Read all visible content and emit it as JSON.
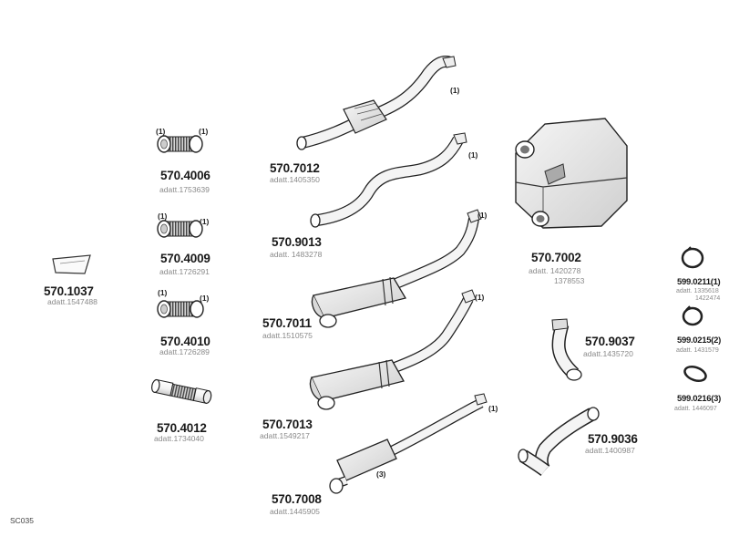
{
  "sheet_code": "SC035",
  "parts": [
    {
      "key": "p5701037",
      "number": "570.1037",
      "adatt": "adatt.1547488"
    },
    {
      "key": "p5704006",
      "number": "570.4006",
      "adatt": "adatt.1753639",
      "notes": [
        "(1)",
        "(1)"
      ]
    },
    {
      "key": "p5704009",
      "number": "570.4009",
      "adatt": "adatt.1726291",
      "notes": [
        "(1)",
        "(1)"
      ]
    },
    {
      "key": "p5704010",
      "number": "570.4010",
      "adatt": "adatt.1726289",
      "notes": [
        "(1)",
        "(1)"
      ]
    },
    {
      "key": "p5704012",
      "number": "570.4012",
      "adatt": "adatt.1734040"
    },
    {
      "key": "p5707012",
      "number": "570.7012",
      "adatt": "adatt.1405350",
      "notes": [
        "(1)"
      ]
    },
    {
      "key": "p5709013",
      "number": "570.9013",
      "adatt": "adatt. 1483278",
      "notes": [
        "(1)"
      ]
    },
    {
      "key": "p5707011",
      "number": "570.7011",
      "adatt": "adatt.1510575",
      "notes": [
        "(1)"
      ]
    },
    {
      "key": "p5707013",
      "number": "570.7013",
      "adatt": "adatt.1549217",
      "notes": [
        "(1)"
      ]
    },
    {
      "key": "p5707008",
      "number": "570.7008",
      "adatt": "adatt.1445905",
      "notes": [
        "(1)",
        "(3)"
      ]
    },
    {
      "key": "p5707002",
      "number": "570.7002",
      "adatt": "adatt. 1420278",
      "adatt2": "1378553"
    },
    {
      "key": "p5709037",
      "number": "570.9037",
      "adatt": "adatt.1435720"
    },
    {
      "key": "p5709036",
      "number": "570.9036",
      "adatt": "adatt.1400987"
    },
    {
      "key": "p5990211",
      "number": "599.0211(1)",
      "adatt": "adatt. 1335618",
      "adatt2": "1422474"
    },
    {
      "key": "p5990215",
      "number": "599.0215(2)",
      "adatt": "adatt. 1431579"
    },
    {
      "key": "p5990216",
      "number": "599.0216(3)",
      "adatt": "adatt. 1446097"
    }
  ]
}
